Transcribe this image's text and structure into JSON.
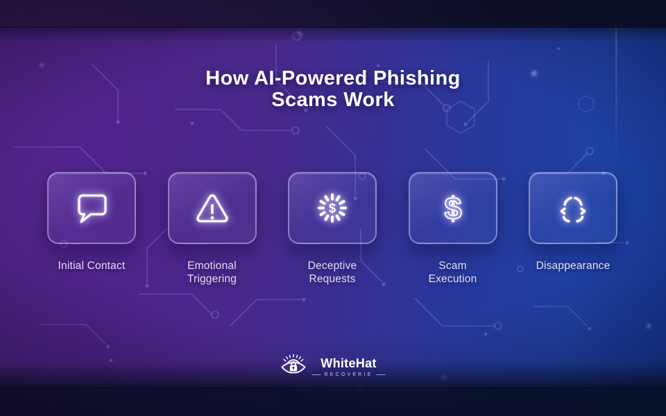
{
  "title": {
    "line1": "How AI-Powered Phishing",
    "line2": "Scams Work"
  },
  "steps": [
    {
      "label": "Initial Contact",
      "lines": [
        "Initial Contact"
      ],
      "icon": "chat-bubble-icon"
    },
    {
      "label": "Emotional Triggering",
      "lines": [
        "Emotional",
        "Triggering"
      ],
      "icon": "warning-triangle-icon"
    },
    {
      "label": "Deceptive Requests",
      "lines": [
        "Deceptive",
        "Requests"
      ],
      "icon": "dollar-spinner-icon"
    },
    {
      "label": "Scam Execution",
      "lines": [
        "Scam",
        "Execution"
      ],
      "icon": "dollar-sign-icon"
    },
    {
      "label": "Disappearance",
      "lines": [
        "Disappearance"
      ],
      "icon": "disappearing-person-icon"
    }
  ],
  "logo": {
    "brand": "WhiteHat",
    "tagline": "RECOVERIE"
  },
  "colors": {
    "background_purple": "#55258E",
    "background_indigo": "#363093",
    "background_blue": "#1F41A3",
    "background_navy": "#0B1230",
    "card_border": "rgba(224,220,255,0.45)",
    "icon_white": "#FFFFFF",
    "icon_glow": "#A892FF",
    "title_text": "#FFFFFF",
    "label_text": "#E6E1F7",
    "circuit_trace": "#9BA0EE"
  }
}
